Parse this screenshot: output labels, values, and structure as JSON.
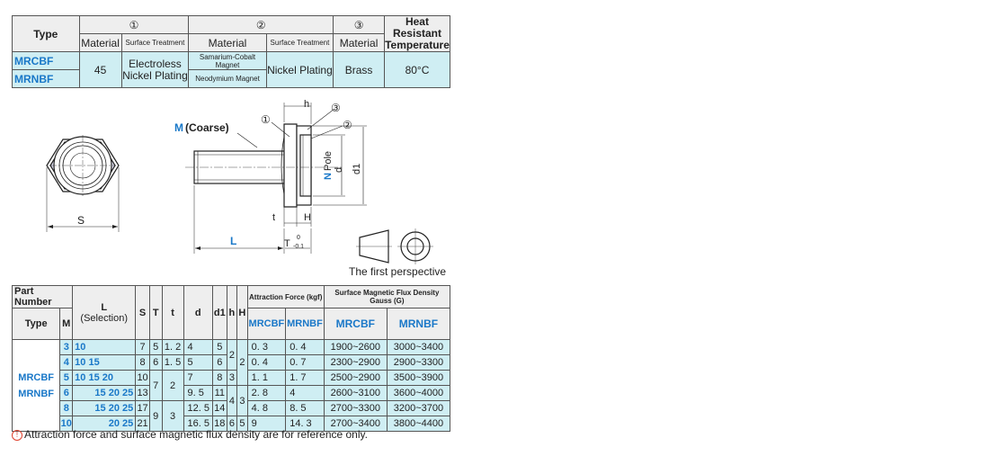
{
  "spec_table": {
    "header": {
      "type": "Type",
      "group1": "①",
      "group2": "②",
      "group3": "③",
      "heat": "Heat Resistant Temperature",
      "material": "Material",
      "surface_treatment": "Surface Treatment"
    },
    "types": [
      "MRCBF",
      "MRNBF"
    ],
    "material1": "45",
    "surface1": "Electroless Nickel Plating",
    "magnet1": "Samarium-Cobalt Magnet",
    "magnet2": "Neodymium Magnet",
    "surface2": "Nickel Plating",
    "material3": "Brass",
    "heat_value": "80°C"
  },
  "drawing": {
    "thread_label_m": "M",
    "thread_label_rest": "(Coarse)",
    "callout1": "①",
    "callout2": "②",
    "callout3": "③",
    "dim_h": "h",
    "dim_H": "H",
    "dim_t": "t",
    "dim_L": "L",
    "dim_T": "T",
    "tol_T_upper": "0",
    "tol_T_lower": "-0.1",
    "dim_S": "S",
    "dim_d": "d",
    "dim_d1": "d1",
    "pole_n": "N",
    "pole_text": "Pole",
    "perspective": "The first perspective"
  },
  "dim_table": {
    "part_number": "Part Number",
    "type": "Type",
    "M": "M",
    "L": "L",
    "selection": "(Selection)",
    "cols": [
      "S",
      "T",
      "t",
      "d",
      "d1",
      "h",
      "H"
    ],
    "attraction": "Attraction Force (kgf)",
    "flux": "Surface Magnetic Flux Density Gauss (G)",
    "mrcbf": "MRCBF",
    "mrnbf": "MRNBF",
    "types": [
      "MRCBF",
      "MRNBF"
    ],
    "rows": [
      {
        "M": "3",
        "L": "10",
        "S": "7",
        "T": "5",
        "t": "1. 2",
        "d": "4",
        "d1": "5",
        "af_c": "0. 3",
        "af_n": "0. 4",
        "g_c": "1900~2600",
        "g_n": "3000~3400"
      },
      {
        "M": "4",
        "L": "10 15",
        "S": "8",
        "T": "6",
        "t": "1. 5",
        "d": "5",
        "d1": "6",
        "af_c": "0. 4",
        "af_n": "0. 7",
        "g_c": "2300~2900",
        "g_n": "2900~3300"
      },
      {
        "M": "5",
        "L": "10 15 20",
        "S": "10",
        "T": "7",
        "t": "2",
        "d": "7",
        "d1": "8",
        "h": "3",
        "af_c": "1. 1",
        "af_n": "1. 7",
        "g_c": "2500~2900",
        "g_n": "3500~3900"
      },
      {
        "M": "6",
        "L": "15 20 25",
        "S": "13",
        "d": "9. 5",
        "d1": "11",
        "af_c": "2. 8",
        "af_n": "4",
        "g_c": "2600~3100",
        "g_n": "3600~4000"
      },
      {
        "M": "8",
        "L": "15 20 25",
        "S": "17",
        "T": "9",
        "t": "3",
        "d": "12. 5",
        "d1": "14",
        "h": "4",
        "H": "3",
        "af_c": "4. 8",
        "af_n": "8. 5",
        "g_c": "2700~3300",
        "g_n": "3200~3700"
      },
      {
        "M": "10",
        "L": "20 25",
        "S": "21",
        "d": "16. 5",
        "d1": "18",
        "h": "6",
        "H": "5",
        "af_c": "9",
        "af_n": "14. 3",
        "g_c": "2700~3400",
        "g_n": "3800~4400"
      }
    ],
    "h_top": "2",
    "H_top": "2"
  },
  "note": {
    "mark": "!",
    "text": "Attraction force and surface magnetic flux density are for reference only."
  }
}
